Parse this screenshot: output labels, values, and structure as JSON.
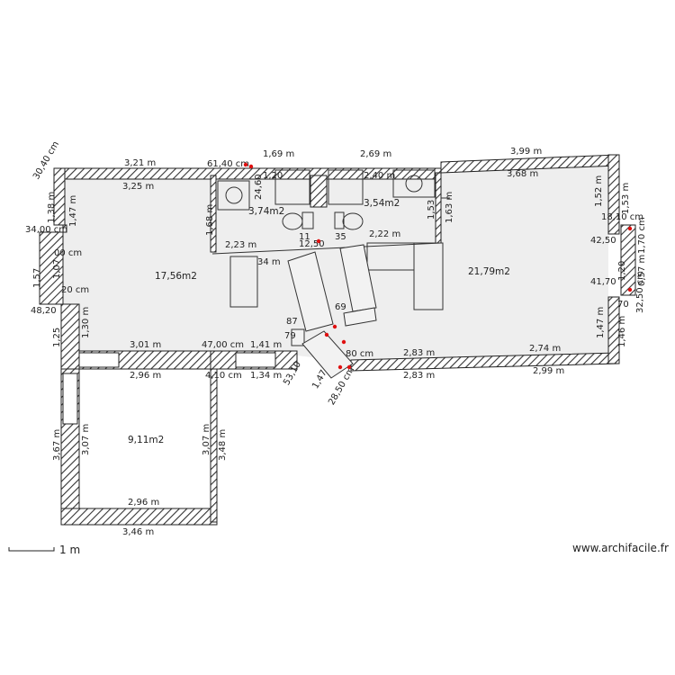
{
  "site": {
    "watermark": "www.archifacile.fr"
  },
  "scale": {
    "label": "1 m"
  },
  "rooms": [
    {
      "id": "living-left",
      "area": "17,56m2"
    },
    {
      "id": "bath-left",
      "area": "3,74m2"
    },
    {
      "id": "bath-right",
      "area": "3,54m2"
    },
    {
      "id": "living-right",
      "area": "21,79m2"
    },
    {
      "id": "bedroom",
      "area": "9,11m2"
    }
  ],
  "dimensions": [
    "30,40 cm",
    "3,21 m",
    "61,40 cm",
    "1,69 m",
    "2,69 m",
    "3,99 m",
    "3,25 m",
    "1,20",
    "2,40 m",
    "3,68 m",
    "24,60",
    "1,68 m",
    "1,53",
    "1,63 m",
    "1,52 m",
    "1,53 m",
    "1,38 m",
    "1,47 m",
    "34,00 cm",
    "00 cm",
    "1,57",
    "1,07",
    "20 cm",
    "48,20",
    "1,25",
    "1,30 m",
    "2,23 m",
    "2,22 m",
    "34 m",
    "12,50",
    "11",
    "35",
    "18,10 cm",
    "42,50",
    "1,70 cm",
    "41,70",
    "1,20",
    "0,57 m",
    "32,50 cm",
    "70",
    "1,47 m",
    "1,46 m",
    "3,01 m",
    "47,00 cm",
    "1,41 m",
    "87",
    "79",
    "69",
    "2,83 m",
    "2,74 m",
    "2,96 m",
    "4,10 cm",
    "1,34 m",
    "53,10",
    "1,47",
    "28,50 cm",
    "80 cm",
    "2,83 m",
    "2,99 m",
    "3,67 m",
    "3,07 m",
    "3,07 m",
    "3,48 m",
    "2,96 m",
    "3,46 m"
  ]
}
